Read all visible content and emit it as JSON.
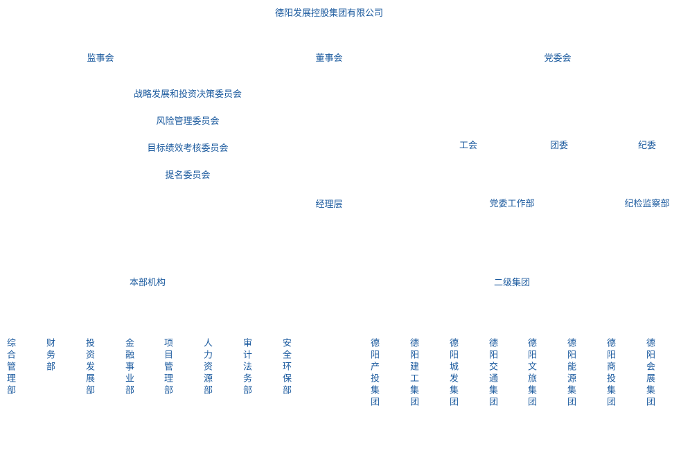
{
  "org": {
    "company": "德阳发展控股集团有限公司",
    "supervisory_board": "监事会",
    "board_of_directors": "董事会",
    "party_committee": "党委会",
    "board_committees": [
      "战略发展和投资决策委员会",
      "风险管理委员会",
      "目标绩效考核委员会",
      "提名委员会"
    ],
    "management": "经理层",
    "mass_orgs": [
      "工会",
      "团委",
      "纪委"
    ],
    "party_committee_office": "党委工作部",
    "discipline_office": "纪检监察部",
    "headquarters": "本部机构",
    "secondary_groups": "二级集团",
    "hq_departments": [
      "综合管理部",
      "财务部",
      "投资发展部",
      "金融事业部",
      "项目管理部",
      "人力资源部",
      "审计法务部",
      "安全环保部"
    ],
    "subsidiaries": [
      "德阳产投集团",
      "德阳建工集团",
      "德阳城发集团",
      "德阳交通集团",
      "德阳文旅集团",
      "德阳能源集团",
      "德阳商投集团",
      "德阳会展集团"
    ]
  },
  "colors": {
    "text": "#1b5a9e"
  }
}
